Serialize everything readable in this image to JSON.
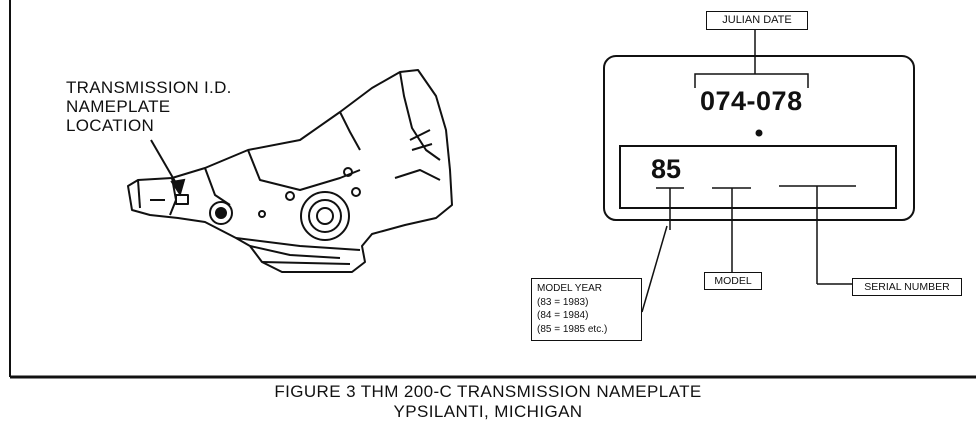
{
  "diagram": {
    "location_label": [
      "TRANSMISSION I.D.",
      "NAMEPLATE",
      "LOCATION"
    ],
    "julian_date_label": "JULIAN DATE",
    "julian_date_value": "074-078",
    "model_year_value": "85",
    "model_year_label": [
      "MODEL YEAR",
      "(83  =  1983)",
      "(84  =  1984)",
      "(85  =  1985 etc.)"
    ],
    "model_label": "MODEL",
    "serial_label": "SERIAL NUMBER"
  },
  "caption": {
    "line1": "FIGURE 3   THM 200-C TRANSMISSION NAMEPLATE",
    "line2": "YPSILANTI, MICHIGAN"
  }
}
